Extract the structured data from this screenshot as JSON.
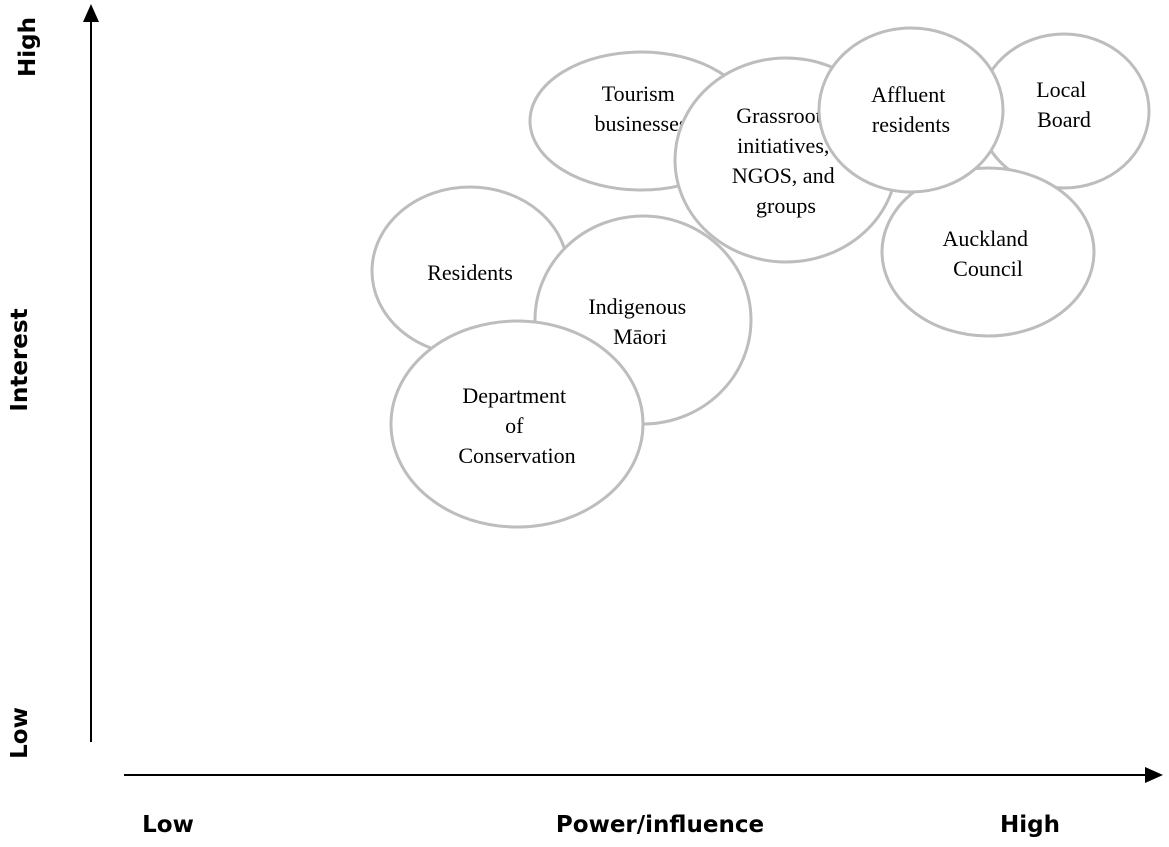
{
  "axes": {
    "y_title": "Interest",
    "y_low": "Low",
    "y_high": "High",
    "x_title": "Power/influence",
    "x_low": "Low",
    "x_high": "High"
  },
  "stakeholders": [
    {
      "id": "tourism",
      "lines": [
        "Tourism",
        "businesses"
      ]
    },
    {
      "id": "local-board",
      "lines": [
        "Local",
        "Board"
      ]
    },
    {
      "id": "residents",
      "lines": [
        "Residents"
      ]
    },
    {
      "id": "indigenous",
      "lines": [
        "Indigenous",
        "Māori"
      ]
    },
    {
      "id": "auckland",
      "lines": [
        "Auckland",
        "Council"
      ]
    },
    {
      "id": "grassroots",
      "lines": [
        "Grassroots",
        "initiatives,",
        "NGOS, and",
        "groups"
      ]
    },
    {
      "id": "affluent",
      "lines": [
        "Affluent",
        "residents"
      ]
    },
    {
      "id": "doc",
      "lines": [
        "Department",
        "of",
        "Conservation"
      ]
    }
  ]
}
